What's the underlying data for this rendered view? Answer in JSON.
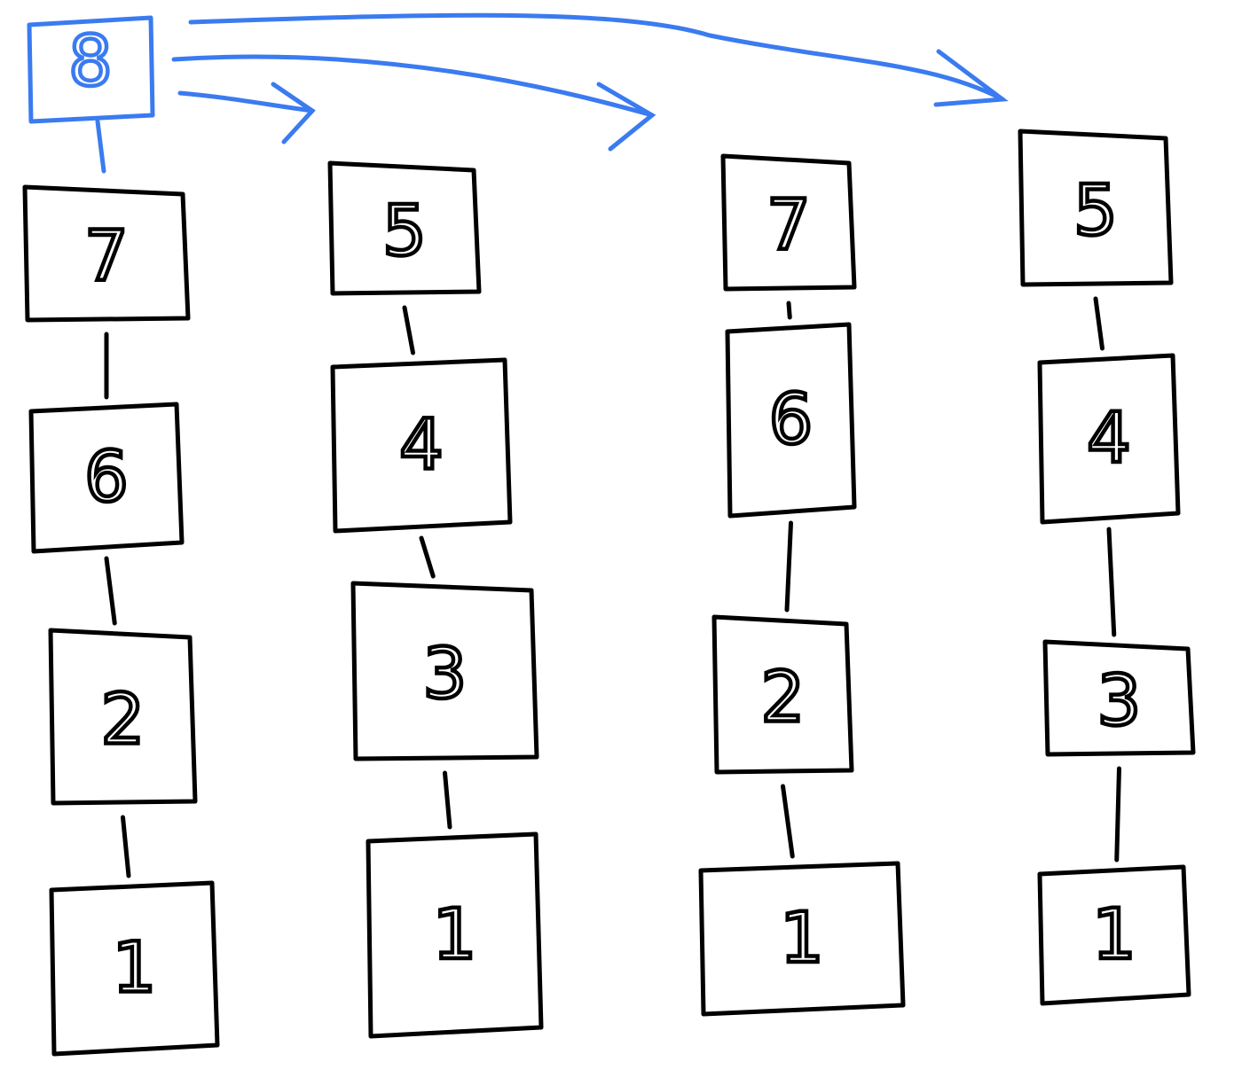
{
  "root": {
    "label": "8",
    "color": "#3b7bf0"
  },
  "columns": [
    {
      "nodes": [
        "7",
        "6",
        "2",
        "1"
      ]
    },
    {
      "nodes": [
        "5",
        "4",
        "3",
        "1"
      ]
    },
    {
      "nodes": [
        "7",
        "6",
        "2",
        "1"
      ]
    },
    {
      "nodes": [
        "5",
        "4",
        "3",
        "1"
      ]
    }
  ],
  "stroke_color": "#000000"
}
